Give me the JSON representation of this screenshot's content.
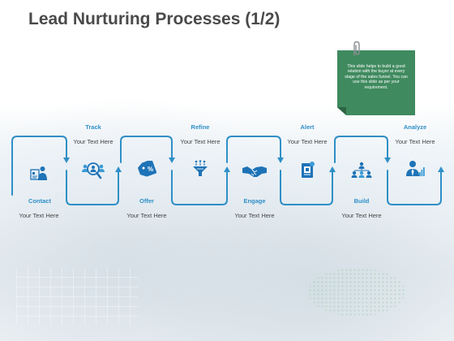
{
  "title": "Lead Nurturing Processes (1/2)",
  "note": {
    "text": "This slide helps to build a good relation with the buyer at every stage of the sales funnel. You can use this slide as per your requirement."
  },
  "steps": [
    {
      "label": "Contact",
      "text": "Your Text Here",
      "icon": "contact-card-person-icon"
    },
    {
      "label": "Track",
      "text": "Your Text Here",
      "icon": "search-users-icon"
    },
    {
      "label": "Offer",
      "text": "Your Text Here",
      "icon": "price-tag-icon"
    },
    {
      "label": "Refine",
      "text": "Your Text Here",
      "icon": "funnel-filter-icon"
    },
    {
      "label": "Engage",
      "text": "Your Text Here",
      "icon": "handshake-icon"
    },
    {
      "label": "Alert",
      "text": "Your Text Here",
      "icon": "alert-document-icon"
    },
    {
      "label": "Build",
      "text": "Your Text Here",
      "icon": "team-network-icon"
    },
    {
      "label": "Analyze",
      "text": "Your Text Here",
      "icon": "analyst-chart-icon"
    }
  ],
  "colors": {
    "accent": "#2f8fc7",
    "note": "#3f8a5e",
    "title": "#4a4a4a"
  }
}
